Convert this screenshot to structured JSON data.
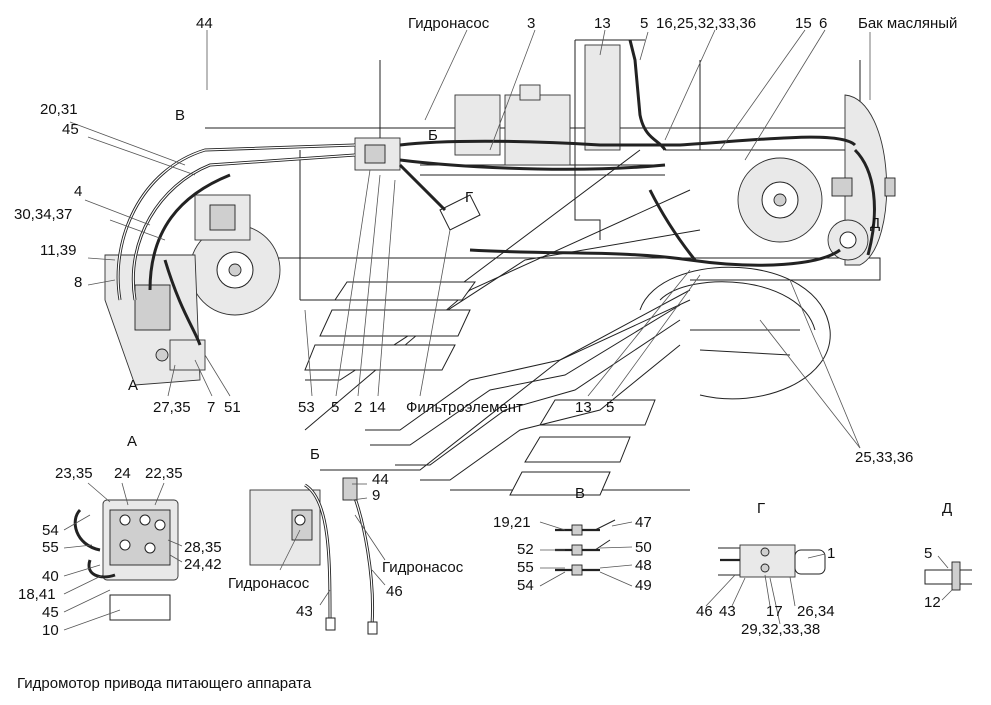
{
  "main_view": {
    "top_labels": {
      "n44": "44",
      "hydropump": "Гидронасос",
      "n3": "3",
      "n13": "13",
      "n5": "5",
      "n16_group": "16,25,32,33,36",
      "n15": "15",
      "n6": "6",
      "oil_tank": "Бак масляный"
    },
    "left_labels": {
      "v_letter": "В",
      "n20_31": "20,31",
      "n45": "45",
      "n4": "4",
      "n30_34_37": "30,34,37",
      "n11_39": "11,39",
      "n8": "8",
      "a_letter": "А",
      "n27_35": "27,35",
      "n7": "7",
      "n51": "51"
    },
    "center_labels": {
      "b_letter": "Б",
      "g_letter": "Г",
      "d_letter": "Д",
      "n53": "53",
      "n5b": "5",
      "n2": "2",
      "n14": "14",
      "filter": "Фильтроэлемент",
      "n13b": "13",
      "n5c": "5",
      "n25_33_36": "25,33,36"
    }
  },
  "detail_a": {
    "title": "А",
    "labels": {
      "n23_35": "23,35",
      "n24": "24",
      "n22_35": "22,35",
      "n54": "54",
      "n55": "55",
      "n28_35": "28,35",
      "n24_42": "24,42",
      "n40": "40",
      "n18_41": "18,41",
      "n45": "45",
      "n10": "10"
    },
    "caption": "Гидромотор привода питающего аппарата"
  },
  "detail_b": {
    "title": "Б",
    "labels": {
      "n44": "44",
      "n9": "9",
      "pump_left": "Гидронасос",
      "pump_right": "Гидронасос",
      "n43": "43",
      "n46": "46"
    }
  },
  "detail_v": {
    "title": "В",
    "labels": {
      "n19_21": "19,21",
      "n47": "47",
      "n52": "52",
      "n50": "50",
      "n55": "55",
      "n48": "48",
      "n54": "54",
      "n49": "49"
    }
  },
  "detail_g": {
    "title": "Г",
    "labels": {
      "n1": "1",
      "n46": "46",
      "n43": "43",
      "n17": "17",
      "n26_34": "26,34",
      "n29_group": "29,32,33,38"
    }
  },
  "detail_d": {
    "title": "Д",
    "labels": {
      "n5": "5",
      "n12": "12"
    }
  }
}
